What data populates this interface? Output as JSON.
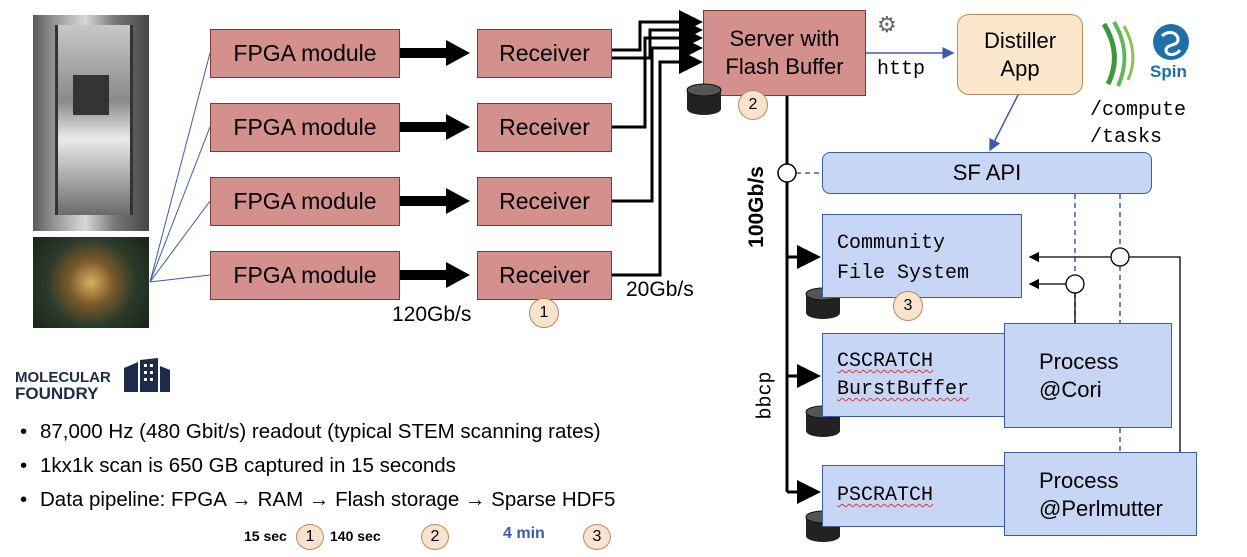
{
  "fpga_modules": [
    "FPGA module",
    "FPGA module",
    "FPGA module",
    "FPGA module"
  ],
  "receivers": [
    "Receiver",
    "Receiver",
    "Receiver",
    "Receiver"
  ],
  "server": {
    "line1": "Server with",
    "line2": "Flash Buffer"
  },
  "distiller": {
    "line1": "Distiller",
    "line2": "App"
  },
  "http_label": "http",
  "spin": {
    "logo_text": "Spin",
    "path1": "/compute",
    "path2": "/tasks"
  },
  "sf_api": "SF API",
  "cfs": {
    "line1": "Community",
    "line2": "File System"
  },
  "cscratch": {
    "line1": "CSCRATCH",
    "line2": "BurstBuffer"
  },
  "pscratch": "PSCRATCH",
  "process_cori": {
    "line1": "Process",
    "line2": "@Cori"
  },
  "process_perlmutter": {
    "line1": "Process",
    "line2": "@Perlmutter"
  },
  "rates": {
    "r120": "120Gb/s",
    "r20": "20Gb/s",
    "r100": "100Gb/s",
    "bbcp": "bbcp"
  },
  "badges": [
    "1",
    "2",
    "3"
  ],
  "molecular_foundry": {
    "line1": "MOLECULAR",
    "line2": "FOUNDRY"
  },
  "bullets": [
    "87,000 Hz (480 Gbit/s) readout (typical STEM scanning rates)",
    "1kx1k scan is 650 GB captured in 15 seconds",
    "Data pipeline: FPGA → RAM → Flash storage → Sparse HDF5"
  ],
  "timings": {
    "t1": "15 sec",
    "b1": "1",
    "t2": "140 sec",
    "b2": "2",
    "t3": "4 min",
    "b3": "3"
  },
  "colors": {
    "fpga_fill": "#d4908c",
    "api_fill": "#c7d6f5",
    "distiller_fill": "#fbe8cc",
    "link_blue": "#3b5bab"
  }
}
